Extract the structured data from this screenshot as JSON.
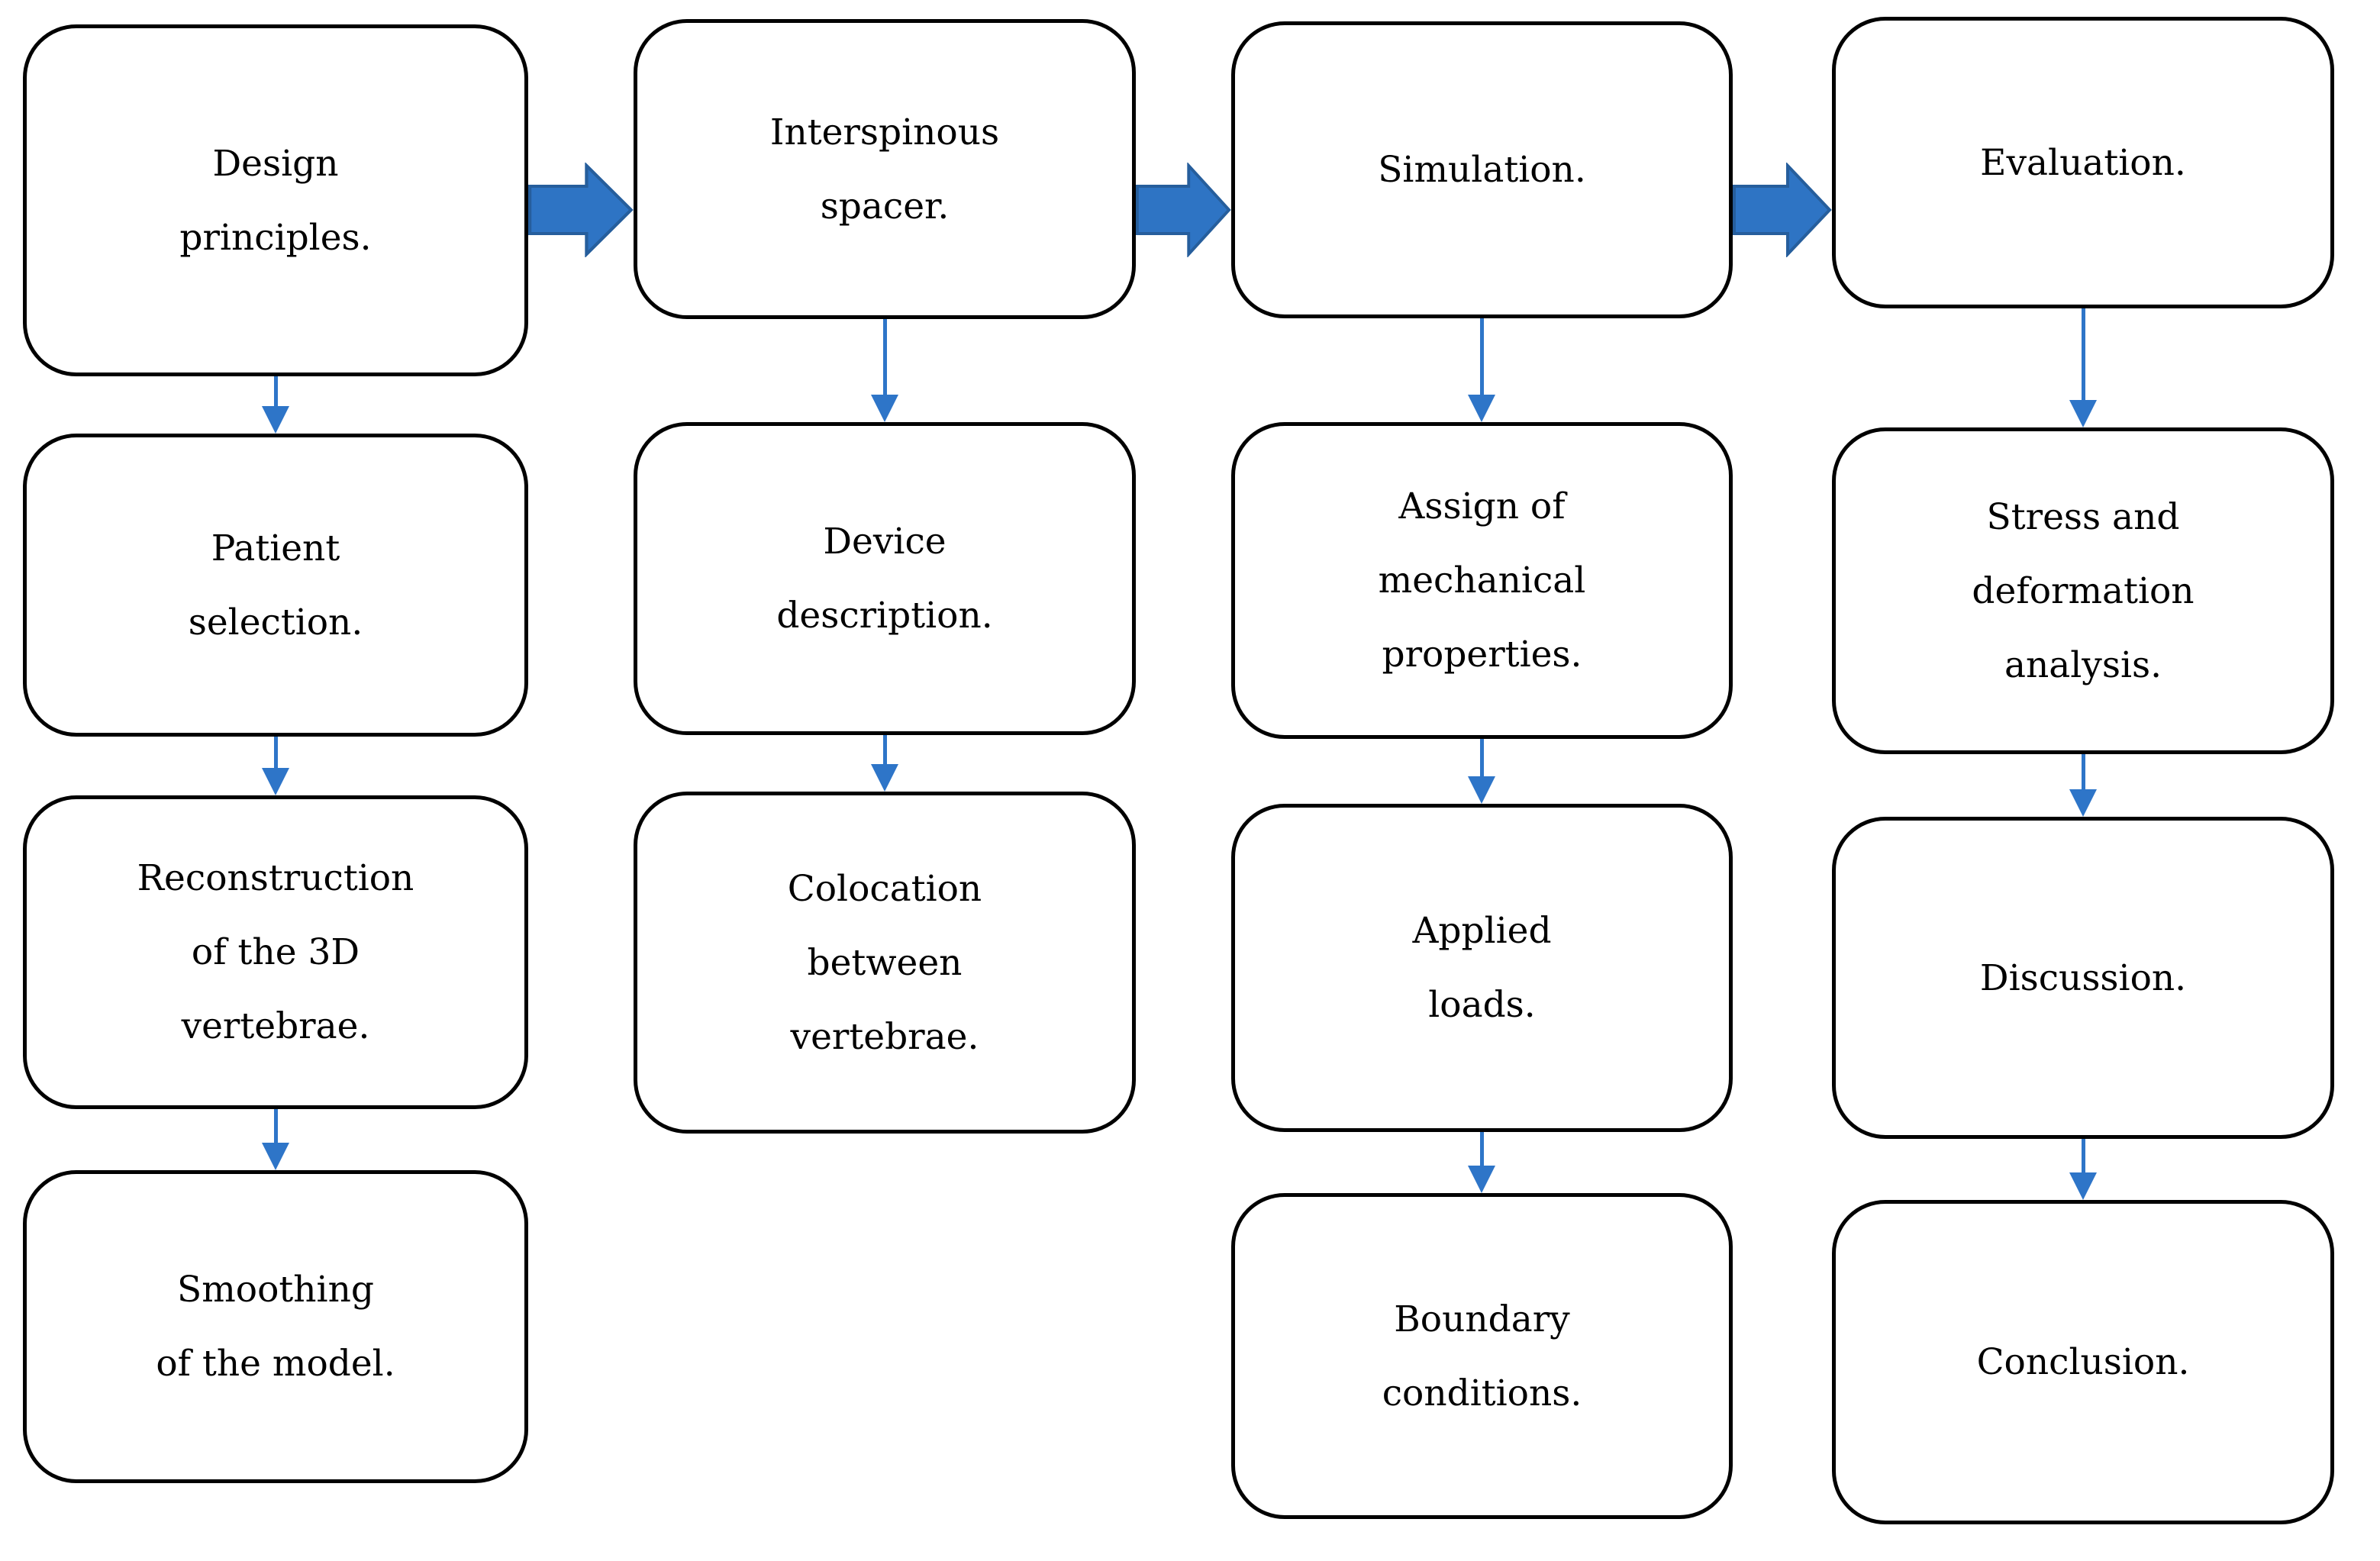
{
  "figure": {
    "type": "flowchart",
    "colors": {
      "background": "#FFFFFF",
      "box_fill": "#FFFFFF",
      "box_border": "#000000",
      "text": "#000000",
      "block_arrow_fill": "#2E74C4",
      "block_arrow_outline": "#265E9C",
      "thin_arrow": "#2E75C8"
    },
    "columns": [
      {
        "name": "design",
        "boxes": [
          {
            "label": "Design\nprinciples."
          },
          {
            "label": "Patient\nselection."
          },
          {
            "label": "Reconstruction\nof the 3D\nvertebrae."
          },
          {
            "label": "Smoothing\nof the model."
          }
        ]
      },
      {
        "name": "interspinous-spacer",
        "boxes": [
          {
            "label": "Interspinous\nspacer."
          },
          {
            "label": "Device\ndescription."
          },
          {
            "label": "Colocation\nbetween\nvertebrae."
          }
        ]
      },
      {
        "name": "simulation",
        "boxes": [
          {
            "label": "Simulation."
          },
          {
            "label": "Assign of\nmechanical\nproperties."
          },
          {
            "label": "Applied\nloads."
          },
          {
            "label": "Boundary\nconditions."
          }
        ]
      },
      {
        "name": "evaluation",
        "boxes": [
          {
            "label": "Evaluation."
          },
          {
            "label": "Stress and\ndeformation\nanalysis."
          },
          {
            "label": "Discussion."
          },
          {
            "label": "Conclusion."
          }
        ]
      }
    ]
  }
}
